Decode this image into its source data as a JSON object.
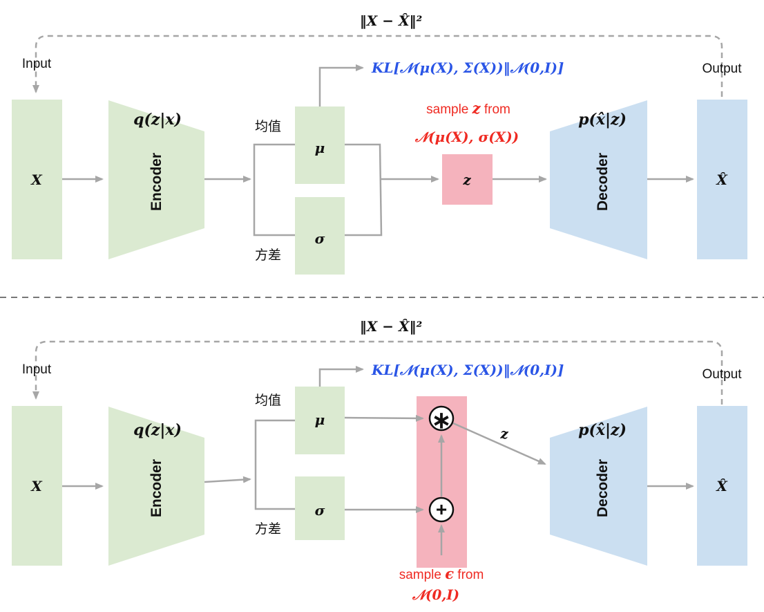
{
  "colors": {
    "green_box": "#dbead1",
    "blue_box": "#cbdff1",
    "pink_box": "#f5b3bd",
    "arrow": "#a6a6a6",
    "kl_text": "#2a55e6",
    "red_text": "#ef2a22",
    "dash": "#a6a6a6"
  },
  "top": {
    "loss_label": "‖X − X̂‖²",
    "input_label": "Input",
    "output_label": "Output",
    "x_label": "X",
    "encoder_label": "Encoder",
    "encoder_dist": "q(z|x)",
    "mean_label": "均值",
    "var_label": "方差",
    "mu_label": "μ",
    "sigma_label": "σ",
    "kl_label": "KL[𝒩(μ(X), Σ(X))‖𝒩(0,I)]",
    "sample_line1_prefix": "sample ",
    "sample_line1_var": "z",
    "sample_line1_suffix": " from",
    "sample_line2": "𝒩(μ(X), σ(X))",
    "z_label": "z",
    "decoder_label": "Decoder",
    "decoder_dist": "p(x̂|z)",
    "xhat_label": "X̂"
  },
  "bottom": {
    "loss_label": "‖X − X̂‖²",
    "input_label": "Input",
    "output_label": "Output",
    "x_label": "X",
    "encoder_label": "Encoder",
    "encoder_dist": "q(z|x)",
    "mean_label": "均值",
    "var_label": "方差",
    "mu_label": "μ",
    "sigma_label": "σ",
    "kl_label": "KL[𝒩(μ(X), Σ(X))‖𝒩(0,I)]",
    "multiply_op": "∗",
    "add_op": "+",
    "z_label": "z",
    "sample_line1_prefix": "sample ",
    "sample_line1_var": "ϵ",
    "sample_line1_suffix": " from",
    "sample_line2": "𝒩(0,I)",
    "decoder_label": "Decoder",
    "decoder_dist": "p(x̂|z)",
    "xhat_label": "X̂"
  }
}
